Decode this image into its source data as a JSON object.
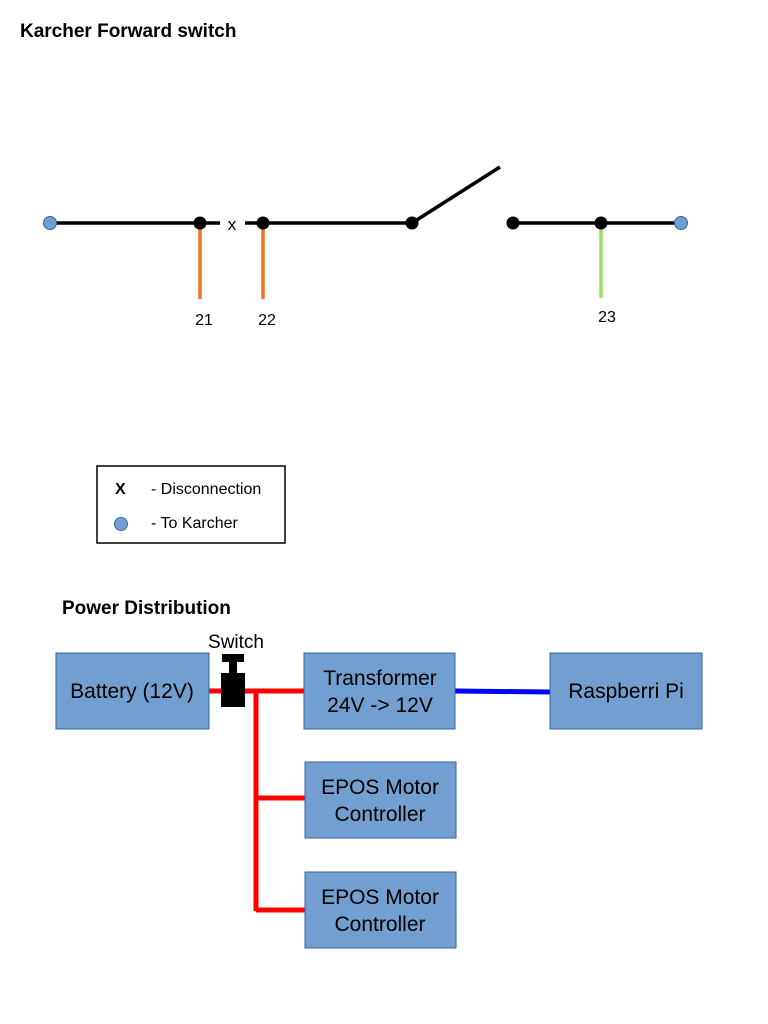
{
  "karcher": {
    "title": "Karcher Forward switch",
    "disconnection_mark": "x",
    "pins": [
      "21",
      "22",
      "23"
    ],
    "colors": {
      "wire": "#000000",
      "pin_21_22": "#f07320",
      "pin_23": "#99e066",
      "terminal": "#729fcf"
    }
  },
  "legend": {
    "x_symbol": "X",
    "disconnection_text": "- Disconnection",
    "to_karcher_text": "- To Karcher"
  },
  "power": {
    "title": "Power Distribution",
    "switch_label": "Switch",
    "battery": "Battery (12V)",
    "transformer": [
      "Transformer",
      "24V -> 12V"
    ],
    "raspberry": "Raspberri Pi",
    "epos1": [
      "EPOS Motor",
      "Controller"
    ],
    "epos2": [
      "EPOS Motor",
      "Controller"
    ],
    "colors": {
      "box_fill": "#729fcf",
      "box_stroke": "#3465a4",
      "power_line": "#ff0000",
      "data_line": "#0000ff"
    }
  }
}
